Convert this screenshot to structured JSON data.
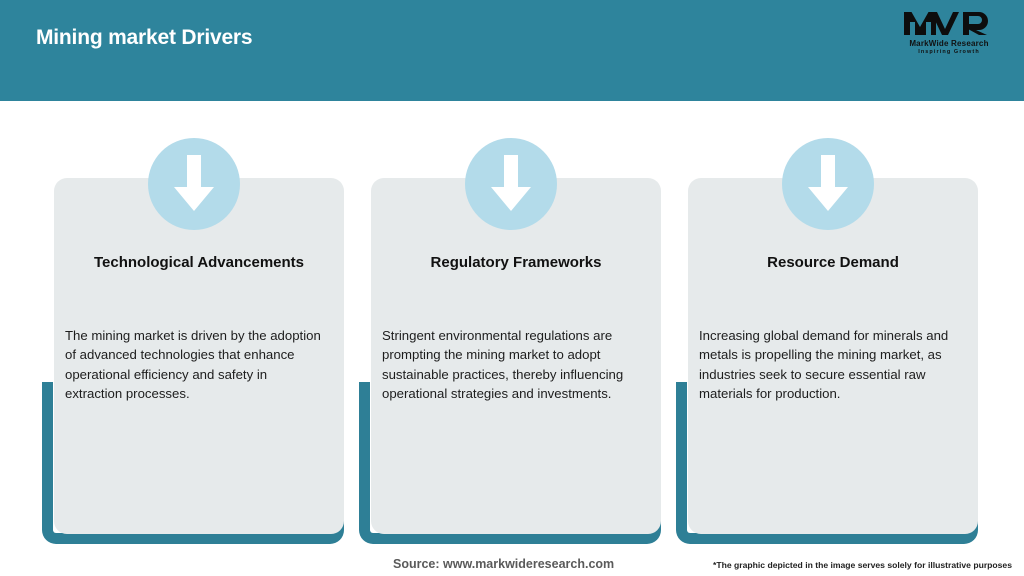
{
  "header": {
    "title": "Mining market Drivers",
    "background_color": "#2e849c",
    "logo": {
      "mark": "MWR",
      "name": "MarkWide Research",
      "tagline": "Inspiring Growth"
    }
  },
  "cards": [
    {
      "icon": "arrow-down-icon",
      "title": "Technological Advancements",
      "body": "The mining market is driven by the adoption of advanced technologies that enhance operational efficiency and safety in extraction processes."
    },
    {
      "icon": "arrow-down-icon",
      "title": "Regulatory Frameworks",
      "body": "Stringent environmental regulations are prompting the mining market to adopt sustainable practices, thereby influencing operational strategies and investments."
    },
    {
      "icon": "arrow-down-icon",
      "title": "Resource Demand",
      "body": "Increasing global demand for minerals and metals is propelling the mining market, as industries seek to secure essential raw materials for production."
    }
  ],
  "footer": {
    "source": "Source: www.markwideresearch.com",
    "disclaimer": "*The graphic depicted in the image serves solely for illustrative purposes"
  },
  "colors": {
    "teal": "#2e849c",
    "frame_teal": "#2e7f96",
    "card_bg": "#e6eaeb",
    "circle_blue": "#b3dbea",
    "title_text": "#111111"
  }
}
